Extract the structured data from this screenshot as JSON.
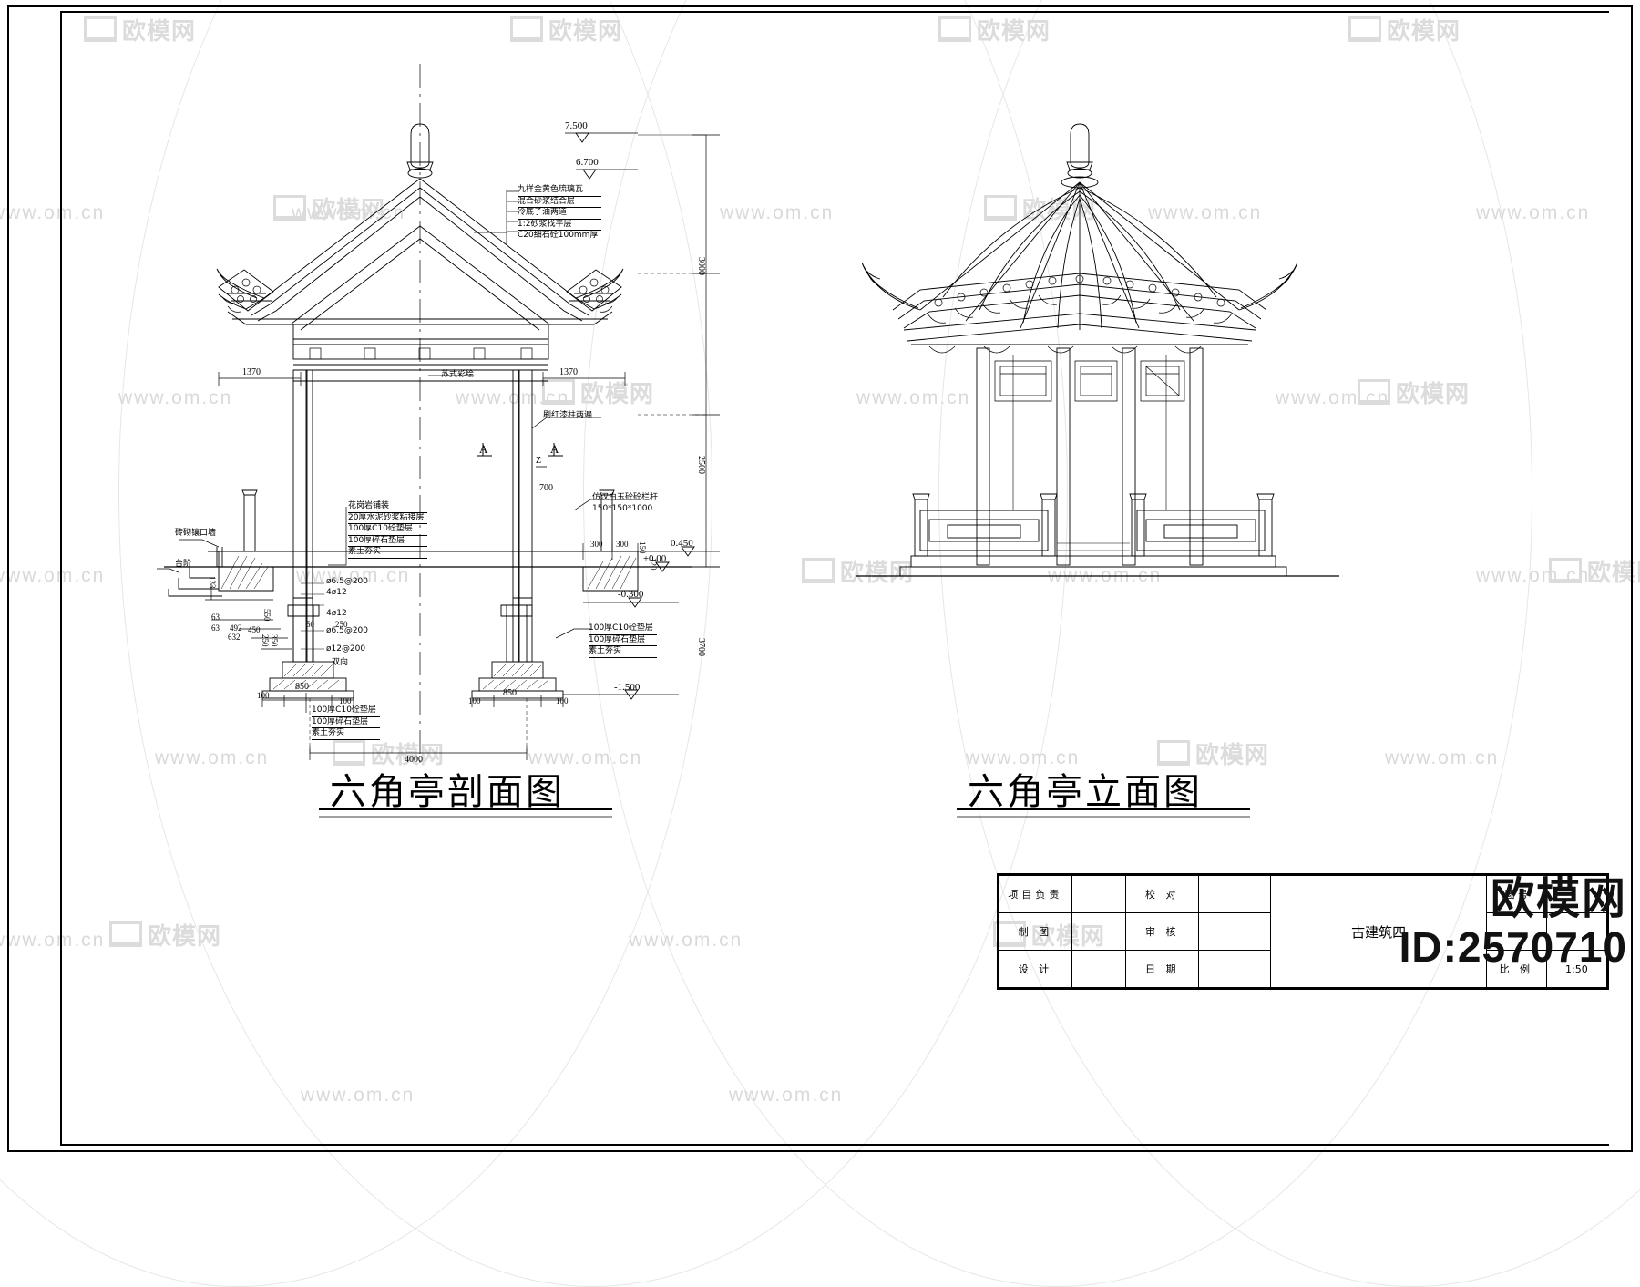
{
  "sheet": {
    "title_left": "六角亭剖面图",
    "title_right": "六角亭立面图"
  },
  "watermark": {
    "text": "www.om.cn",
    "brand": "欧模网",
    "big_brand": "欧模网",
    "big_id": "ID:2570710"
  },
  "roof_note": {
    "lines": [
      "九样金黄色琉璃瓦",
      "混合砂浆结合层",
      "冷底子油两道",
      "1:2砂浆找平层",
      "C20细石砼100mm厚"
    ]
  },
  "paving_note": {
    "lines": [
      "花岗岩铺装",
      "20厚水泥砂浆粘接层",
      "100厚C10砼垫层",
      "100厚碎石垫层",
      "素土夯实"
    ]
  },
  "footing_note_right": {
    "lines": [
      "100厚C10砼垫层",
      "100厚碎石垫层",
      "素土夯实"
    ]
  },
  "footing_note_bottom": {
    "lines": [
      "100厚C10砼垫层",
      "100厚碎石垫层",
      "素土夯实"
    ]
  },
  "labels": {
    "railing": "仿汉白玉砼砼栏杆",
    "railing_size": "150*150*1000",
    "brick_wall": "砖砌镶口墙",
    "steps": "台阶",
    "paint_column": "刷红漆柱两遍",
    "su_painting": "苏式彩绘",
    "double_way": "双向"
  },
  "rebar": {
    "r1": "ø6.5@200",
    "r2": "4ø12",
    "r3": "4ø12",
    "r4": "ø6.5@200",
    "r5": "ø12@200"
  },
  "elevations": {
    "e1": "7.500",
    "e2": "6.700",
    "e3": "0.450",
    "e4": "±0.00",
    "e5": "-0.300",
    "e6": "-1.500"
  },
  "dimensions": {
    "v3000": "3000",
    "v2500": "2500",
    "v3700": "3700",
    "h1370_l": "1370",
    "h1370_r": "1370",
    "h700": "700",
    "h300a": "300",
    "h300b": "300",
    "h150": "150",
    "h120": "120",
    "h4000": "4000",
    "h850_l": "850",
    "h850_r": "850",
    "h100_a": "100",
    "h100_b": "100",
    "h100_c": "100",
    "h100_d": "100",
    "h50": "50",
    "h250": "250",
    "h550": "550",
    "h250b": "250",
    "h350": "350",
    "h450": "450",
    "h123": "123",
    "h63a": "63",
    "h63b": "63",
    "h632": "632",
    "h492": "492"
  },
  "section_marks": {
    "a_left": "A",
    "a_right": "A",
    "z_mark": "Z"
  },
  "title_block": {
    "rows": [
      {
        "c1": "项目负责",
        "c2": "",
        "c3": "校  对",
        "c4": ""
      },
      {
        "c1": "制    图",
        "c2": "",
        "c3": "审  核",
        "c4": ""
      },
      {
        "c1": "设    计",
        "c2": "",
        "c3": "日  期",
        "c4": ""
      }
    ],
    "project": "古建筑四",
    "scale_label": "比  例",
    "scale_value": "1:50",
    "drawing_no_label": "图  号"
  }
}
